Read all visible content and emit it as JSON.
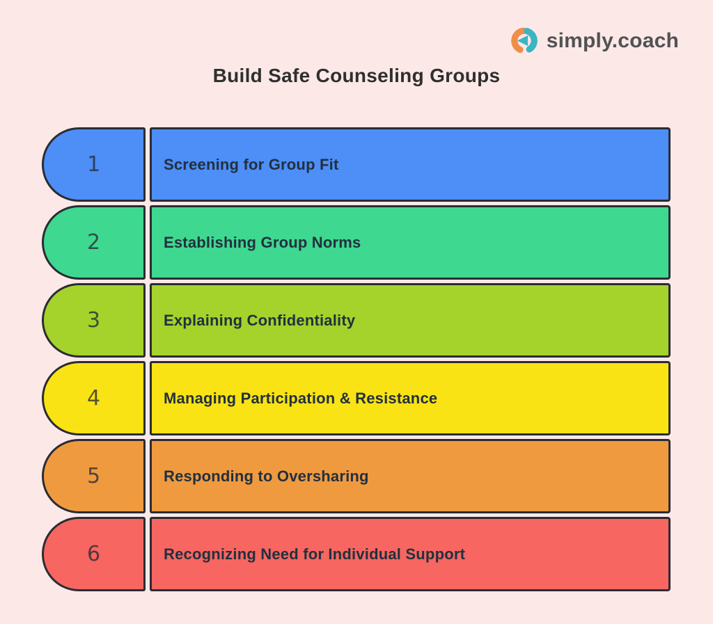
{
  "logo": {
    "text": "simply.coach",
    "orange": "#ef8e4b",
    "teal": "#3ab6c3"
  },
  "title": "Build Safe Counseling Groups",
  "rows": [
    {
      "number": "1",
      "label": "Screening for Group Fit",
      "color": "#4d8ef7"
    },
    {
      "number": "2",
      "label": "Establishing Group Norms",
      "color": "#3fd890"
    },
    {
      "number": "3",
      "label": "Explaining Confidentiality",
      "color": "#a5d22b"
    },
    {
      "number": "4",
      "label": "Managing Participation & Resistance",
      "color": "#fae314"
    },
    {
      "number": "5",
      "label": "Responding to Oversharing",
      "color": "#f09a40"
    },
    {
      "number": "6",
      "label": "Recognizing Need for Individual Support",
      "color": "#f76660"
    }
  ],
  "style": {
    "page_background": "#fce9e7",
    "border_color": "#2a2c34",
    "label_color": "#22303e",
    "number_color": "rgba(38,42,52,0.78)",
    "title_color": "#2f2f2f",
    "logo_text_color": "#525254"
  }
}
